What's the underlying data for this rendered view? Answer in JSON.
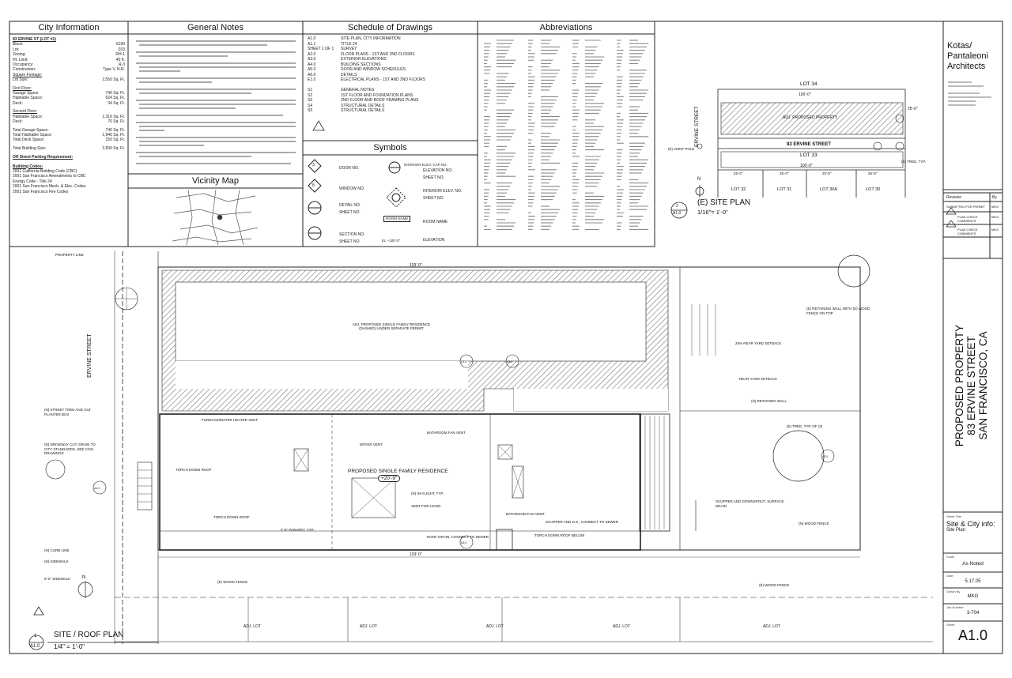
{
  "panels": {
    "city_info_title": "City Information",
    "general_notes_title": "General Notes",
    "schedule_title": "Schedule of Drawings",
    "abbreviations_title": "Abbreviations",
    "symbols_title": "Symbols",
    "vicinity_title": "Vicinity Map"
  },
  "city_info": {
    "heading": "83 ERVINE ST (LOT #1)",
    "rows": [
      {
        "label": "Block:",
        "value": "6190"
      },
      {
        "label": "Lot:",
        "value": "033"
      },
      {
        "label": "Zoning:",
        "value": "RH-1"
      },
      {
        "label": "Ht. Limit:",
        "value": "40 ft."
      },
      {
        "label": "Occupancy:",
        "value": "R-3"
      },
      {
        "label": "Construction:",
        "value": "Type V, N.R."
      }
    ],
    "square_footage_heading": "Square Footage:",
    "lot_size": {
      "label": "Lot Size:",
      "value": "2,550 Sq. Ft."
    },
    "first_floor_heading": "First Floor:",
    "first_floor": [
      {
        "label": "Garage Space:",
        "value": "740 Sq. Ft."
      },
      {
        "label": "Habitable Space:",
        "value": "624 Sq. Ft."
      },
      {
        "label": "Deck:",
        "value": "34 Sq. Ft."
      }
    ],
    "second_floor_heading": "Second Floor:",
    "second_floor": [
      {
        "label": "Habitable Space:",
        "value": "1,316 Sq. Ft."
      },
      {
        "label": "Deck:",
        "value": "76 Sq. Ft."
      }
    ],
    "totals": [
      {
        "label": "Total Garage Space:",
        "value": "740 Sq. Ft."
      },
      {
        "label": "Total Habitable Space:",
        "value": "1,940 Sq. Ft."
      },
      {
        "label": "Total Deck Space:",
        "value": "150 Sq. Ft."
      }
    ],
    "total_building": {
      "label": "Total Building Size:",
      "value": "2,830 Sq. Ft."
    },
    "parking_heading": "Off Street Parking Requirement:",
    "codes_heading": "Building Codes:",
    "codes": [
      "2001 California Building Code (CBC)",
      "2001 San Francisco Amendments to CBC",
      "Energy Code - Title 24",
      "2001 San Francisco Mech. & Elec. Codes",
      "2001 San Francisco Fire Codes"
    ]
  },
  "schedule": [
    {
      "no": "A1.0",
      "desc": "SITE PLAN, CITY INFORMATION"
    },
    {
      "no": "A1.1",
      "desc": "TITLE 24"
    },
    {
      "no": "SHEET 1 OF 1",
      "desc": "SURVEY"
    },
    {
      "no": "A2.0",
      "desc": "FLOOR PLANS - 1ST AND 2ND FLOORS"
    },
    {
      "no": "A3.0",
      "desc": "EXTERIOR ELEVATIONS"
    },
    {
      "no": "A4.0",
      "desc": "BUILDING SECTIONS"
    },
    {
      "no": "A5.0",
      "desc": "DOOR AND WINDOW SCHEDULES"
    },
    {
      "no": "A6.0",
      "desc": "DETAILS"
    },
    {
      "no": "E1.0",
      "desc": "ELECTRICAL PLANS - 1ST AND 2ND FLOORS"
    },
    {
      "no": "",
      "desc": ""
    },
    {
      "no": "S1",
      "desc": "GENERAL NOTES"
    },
    {
      "no": "S2",
      "desc": "1ST FLOOR AND FOUNDATION PLANS"
    },
    {
      "no": "S3",
      "desc": "2ND FLOOR AND ROOF FRAMING PLANS"
    },
    {
      "no": "S4",
      "desc": "STRUCTURAL DETAILS"
    },
    {
      "no": "S5",
      "desc": "STRUCTURAL DETAILS"
    }
  ],
  "symbols": {
    "door": "DOOR NO.",
    "window": "WINDOW NO.",
    "detail_no": "DETAIL NO.",
    "sheet_no_1": "SHEET NO.",
    "section_no": "SECTION NO.",
    "sheet_no_2": "SHEET NO.",
    "int_elev_cap": "INTERIOR ELEV. CAP NO.",
    "elevation_no": "ELEVATION NO.",
    "sheet_no_3": "SHEET NO.",
    "interior_elev": "INTERIOR ELEV. NO.",
    "sheet_no_4": "SHEET NO.",
    "room_name_tag": "ROOM NAME",
    "room_name": "ROOM NAME",
    "elevation": "ELEVATION",
    "elev_tag": "EL +100'-0\"",
    "door_sym": "3",
    "window_sym": "8"
  },
  "title_block": {
    "firm": "Kotas/ Pantaleoni Architects",
    "project_lines": [
      "PROPOSED PROPERTY",
      "83 ERVINE STREET",
      "SAN FRANCISCO, CA"
    ],
    "sheet_title_label": "Sheet Title",
    "sheet_title": "Site & City info:",
    "sheet_subtitle": "Site Plan",
    "scale_label": "Scale",
    "scale": "As Noted",
    "date_label": "Date",
    "date": "5.17.05",
    "drawn_label": "Drawn By",
    "drawn": "MKG",
    "job_label": "Job Number",
    "job": "3-704",
    "sheet_label": "Sheet",
    "sheet": "A1.0",
    "revision_label": "Revision",
    "by_label": "By",
    "revisions": [
      {
        "desc": "SUBMITTED FOR PERMIT",
        "by": "MKG"
      },
      {
        "desc": "PLAN CHECK COMMENTS",
        "by": "MKG"
      },
      {
        "desc": "PLAN CHECK COMMENTS",
        "by": "MKG"
      }
    ]
  },
  "existing_site_plan": {
    "number": "2",
    "sheet": "A1.0",
    "title": "(E) SITE PLAN",
    "scale": "1/16\"= 1'-0\"",
    "lot_top": "LOT 34",
    "lot_mid": "LOT 33",
    "adj_label": "ADJ. PROPOSED PROPERTY",
    "address": "83 ERVINE STREET",
    "street": "ERVINE STREET",
    "lots_bottom": [
      "LOT 32",
      "LOT 31",
      "LOT 30A",
      "LOT 30"
    ],
    "dim_top": "100'-0\"",
    "dim_mid": "100'-0\"",
    "pole": "(E) JOINT POLE",
    "tree": "(E) TREE, TYP.",
    "dims_bottom": [
      "25'-0\"",
      "25'-0\"",
      "25'-0\"",
      "25'-0\""
    ],
    "dim_side": "25'-0\"",
    "north": "N"
  },
  "main_plan": {
    "number": "1",
    "sheet": "A1.0",
    "title": "SITE / ROOF PLAN",
    "scale": "1/4\" = 1'-0\"",
    "street": "ERVINE STREET",
    "property_line": "PROPERTY LINE",
    "adj_residence": "ADJ. PROPOSED SINGLE FAMILY RESIDENCE (DASHED) UNDER SEPARATE PERMIT",
    "proposed_residence": "PROPOSED SINGLE FAMILY RESIDENCE",
    "elev_tag": "+20'-9\"",
    "dim_top": "103'-0\"",
    "dim_bottom": "103'-0\"",
    "notes": [
      "FURNACE/WATER HEATER VENT",
      "BATHROOM FAN VENT",
      "DRYER VENT",
      "TORCH DOWN ROOF",
      "TORCH DOWN ROOF",
      "VENT FOR HOOD",
      "(N) SKYLIGHT, TYP.",
      "BATHROOM FAN VENT",
      "SCUPPER AND D.S., CONNECT TO SEWER",
      "ROOF DRAIN, CONNECT TO SEWER",
      "TORCH DOWN ROOF BELOW",
      "2'-6\" PARAPET, TYP.",
      "25% REAR YARD SETBACK",
      "REAR YARD SETBACK",
      "(E) RETAINING WALL WITH (E) WOOD FENCE ON TOP",
      "(N) RETAINING WALL",
      "(E) TREE, TYP. OF (3)",
      "SCUPPER AND DOWNSPOUT, SURFACE DRAIN",
      "(N) WOOD FENCE",
      "(E) WOOD FENCE",
      "(E) WOOD FENCE",
      "(N) STREET TREE AND 3'x3' PLANTER BOX",
      "(N) DRIVEWAY CUT, DRAIN TO CITY STANDARDS, SEE CIVIL DRAWINGS",
      "(N) CURB LINE",
      "(N) SIDEWALK",
      "6'-0\" SIDEWALK"
    ],
    "adj_lots": [
      "ADJ. LOT",
      "ADJ. LOT",
      "ADJ. LOT",
      "ADJ. LOT",
      "ADJ. LOT"
    ],
    "north": "N",
    "section_tags": [
      "A3.0",
      "A3.0",
      "A3.0",
      "A3.0",
      "A4.0"
    ]
  },
  "colors": {
    "ink": "#222222",
    "hatch": "#888888",
    "paper": "#ffffff"
  }
}
